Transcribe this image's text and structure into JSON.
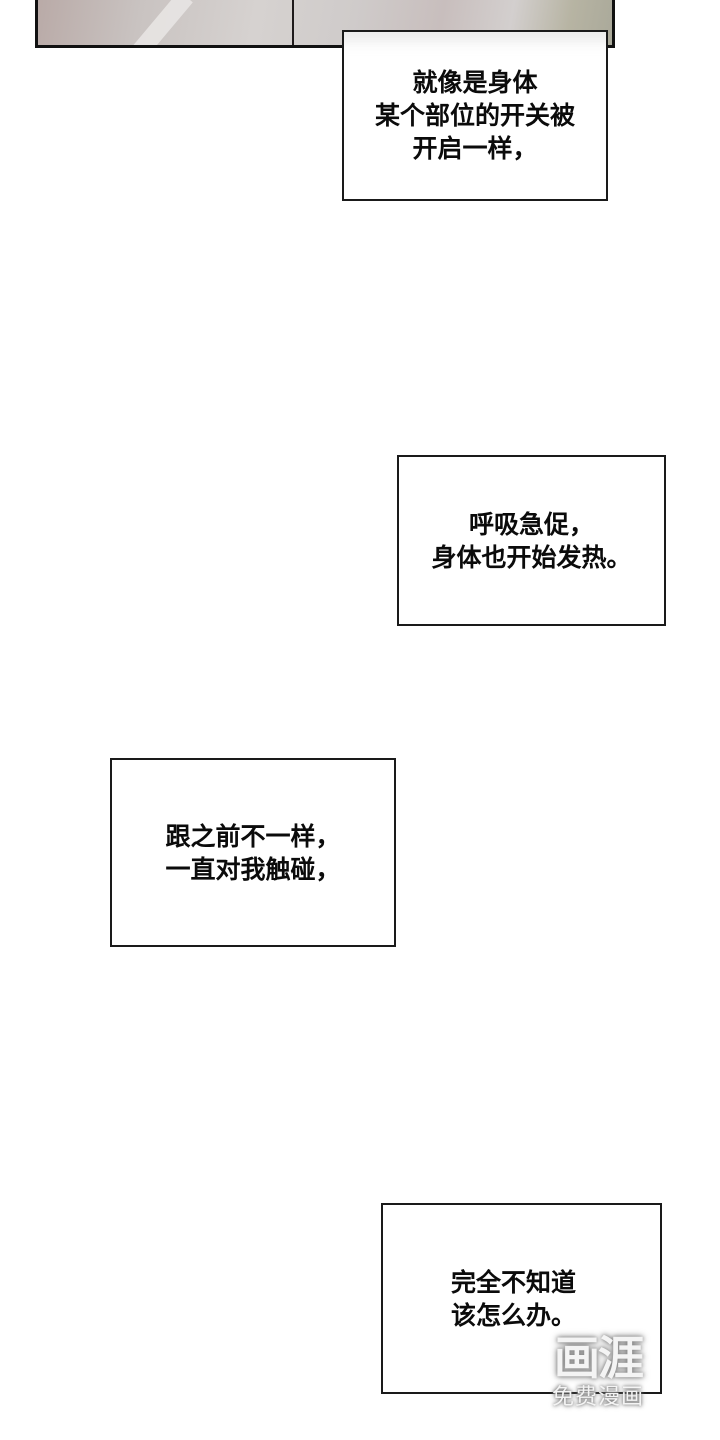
{
  "panels": {
    "top_image": {
      "description": "bottom edge of comic panel, grayscale-pink artwork"
    }
  },
  "captions": [
    {
      "lines": [
        "就像是身体",
        "某个部位的开关被",
        "开启一样，"
      ]
    },
    {
      "lines": [
        "呼吸急促，",
        "身体也开始发热。"
      ]
    },
    {
      "lines": [
        "跟之前不一样，",
        "一直对我触碰，"
      ]
    },
    {
      "lines": [
        "完全不知道",
        "该怎么办。"
      ]
    }
  ],
  "watermark": {
    "logo": "画涯",
    "subtitle": "免费漫画"
  },
  "colors": {
    "background": "#ffffff",
    "border": "#1a1a1a",
    "text": "#0b0b0b"
  }
}
